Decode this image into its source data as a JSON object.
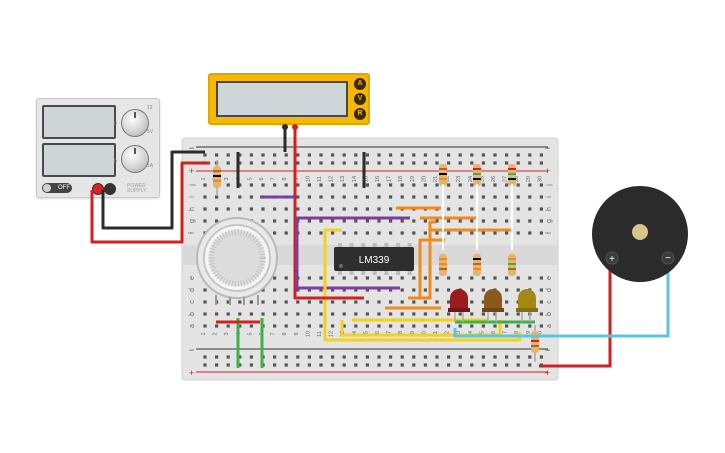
{
  "power_supply": {
    "off_label": "OFF",
    "brand_lines": [
      "POWER",
      "SUPPLY"
    ],
    "knob1_labels": [
      "0",
      "5V",
      "12"
    ],
    "knob2_labels": [
      "0",
      "1A"
    ]
  },
  "multimeter": {
    "buttons": [
      "A",
      "V",
      "R"
    ]
  },
  "breadboard": {
    "column_numbers": [
      "1",
      "2",
      "3",
      "4",
      "5",
      "6",
      "7",
      "8",
      "9",
      "10",
      "11",
      "12",
      "13",
      "14",
      "15",
      "16",
      "17",
      "18",
      "19",
      "20",
      "21",
      "22",
      "23",
      "24",
      "25",
      "26",
      "27",
      "28",
      "29",
      "30"
    ],
    "row_letters_top": [
      "j",
      "i",
      "h",
      "g",
      "f"
    ],
    "row_letters_bottom": [
      "e",
      "d",
      "c",
      "b",
      "a"
    ],
    "rail_minus": "−",
    "rail_plus": "+"
  },
  "ic": {
    "label": "LM339"
  },
  "buzzer": {
    "plus": "+",
    "minus": "−"
  },
  "colors": {
    "wire_red": "#d22020",
    "wire_black": "#2b2b2b",
    "wire_purple": "#7b3fa0",
    "wire_orange": "#f08a1c",
    "wire_yellow": "#f2d21a",
    "wire_green": "#3fb04a",
    "wire_cyan": "#5fc4d8",
    "led_red": "#9b1c1c",
    "led_brown": "#8a5a18",
    "led_olive": "#a48a12",
    "meter_yellow": "#f6b800",
    "breadboard": "#e4e4e4"
  }
}
